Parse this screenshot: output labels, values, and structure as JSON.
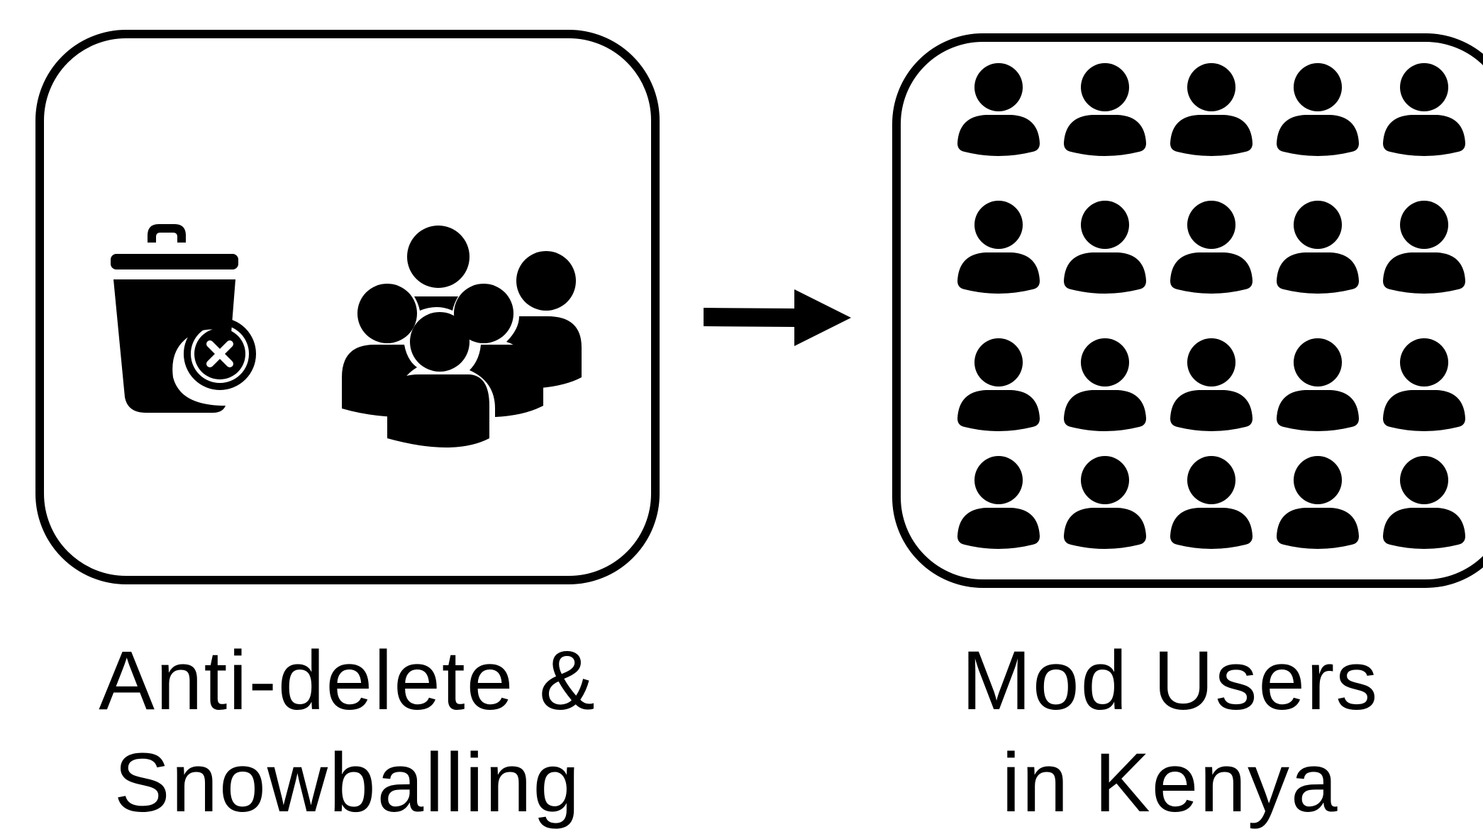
{
  "left_panel": {
    "icons": [
      "trash-delete-icon",
      "user-group-icon"
    ],
    "caption_lines": [
      "Anti-delete &",
      "Snowballing"
    ]
  },
  "arrow": {
    "icon": "right-arrow-icon"
  },
  "right_panel": {
    "icon": "user-icon",
    "grid": {
      "rows": 4,
      "cols": 5
    },
    "caption_lines": [
      "Mod Users",
      "in Kenya"
    ]
  }
}
